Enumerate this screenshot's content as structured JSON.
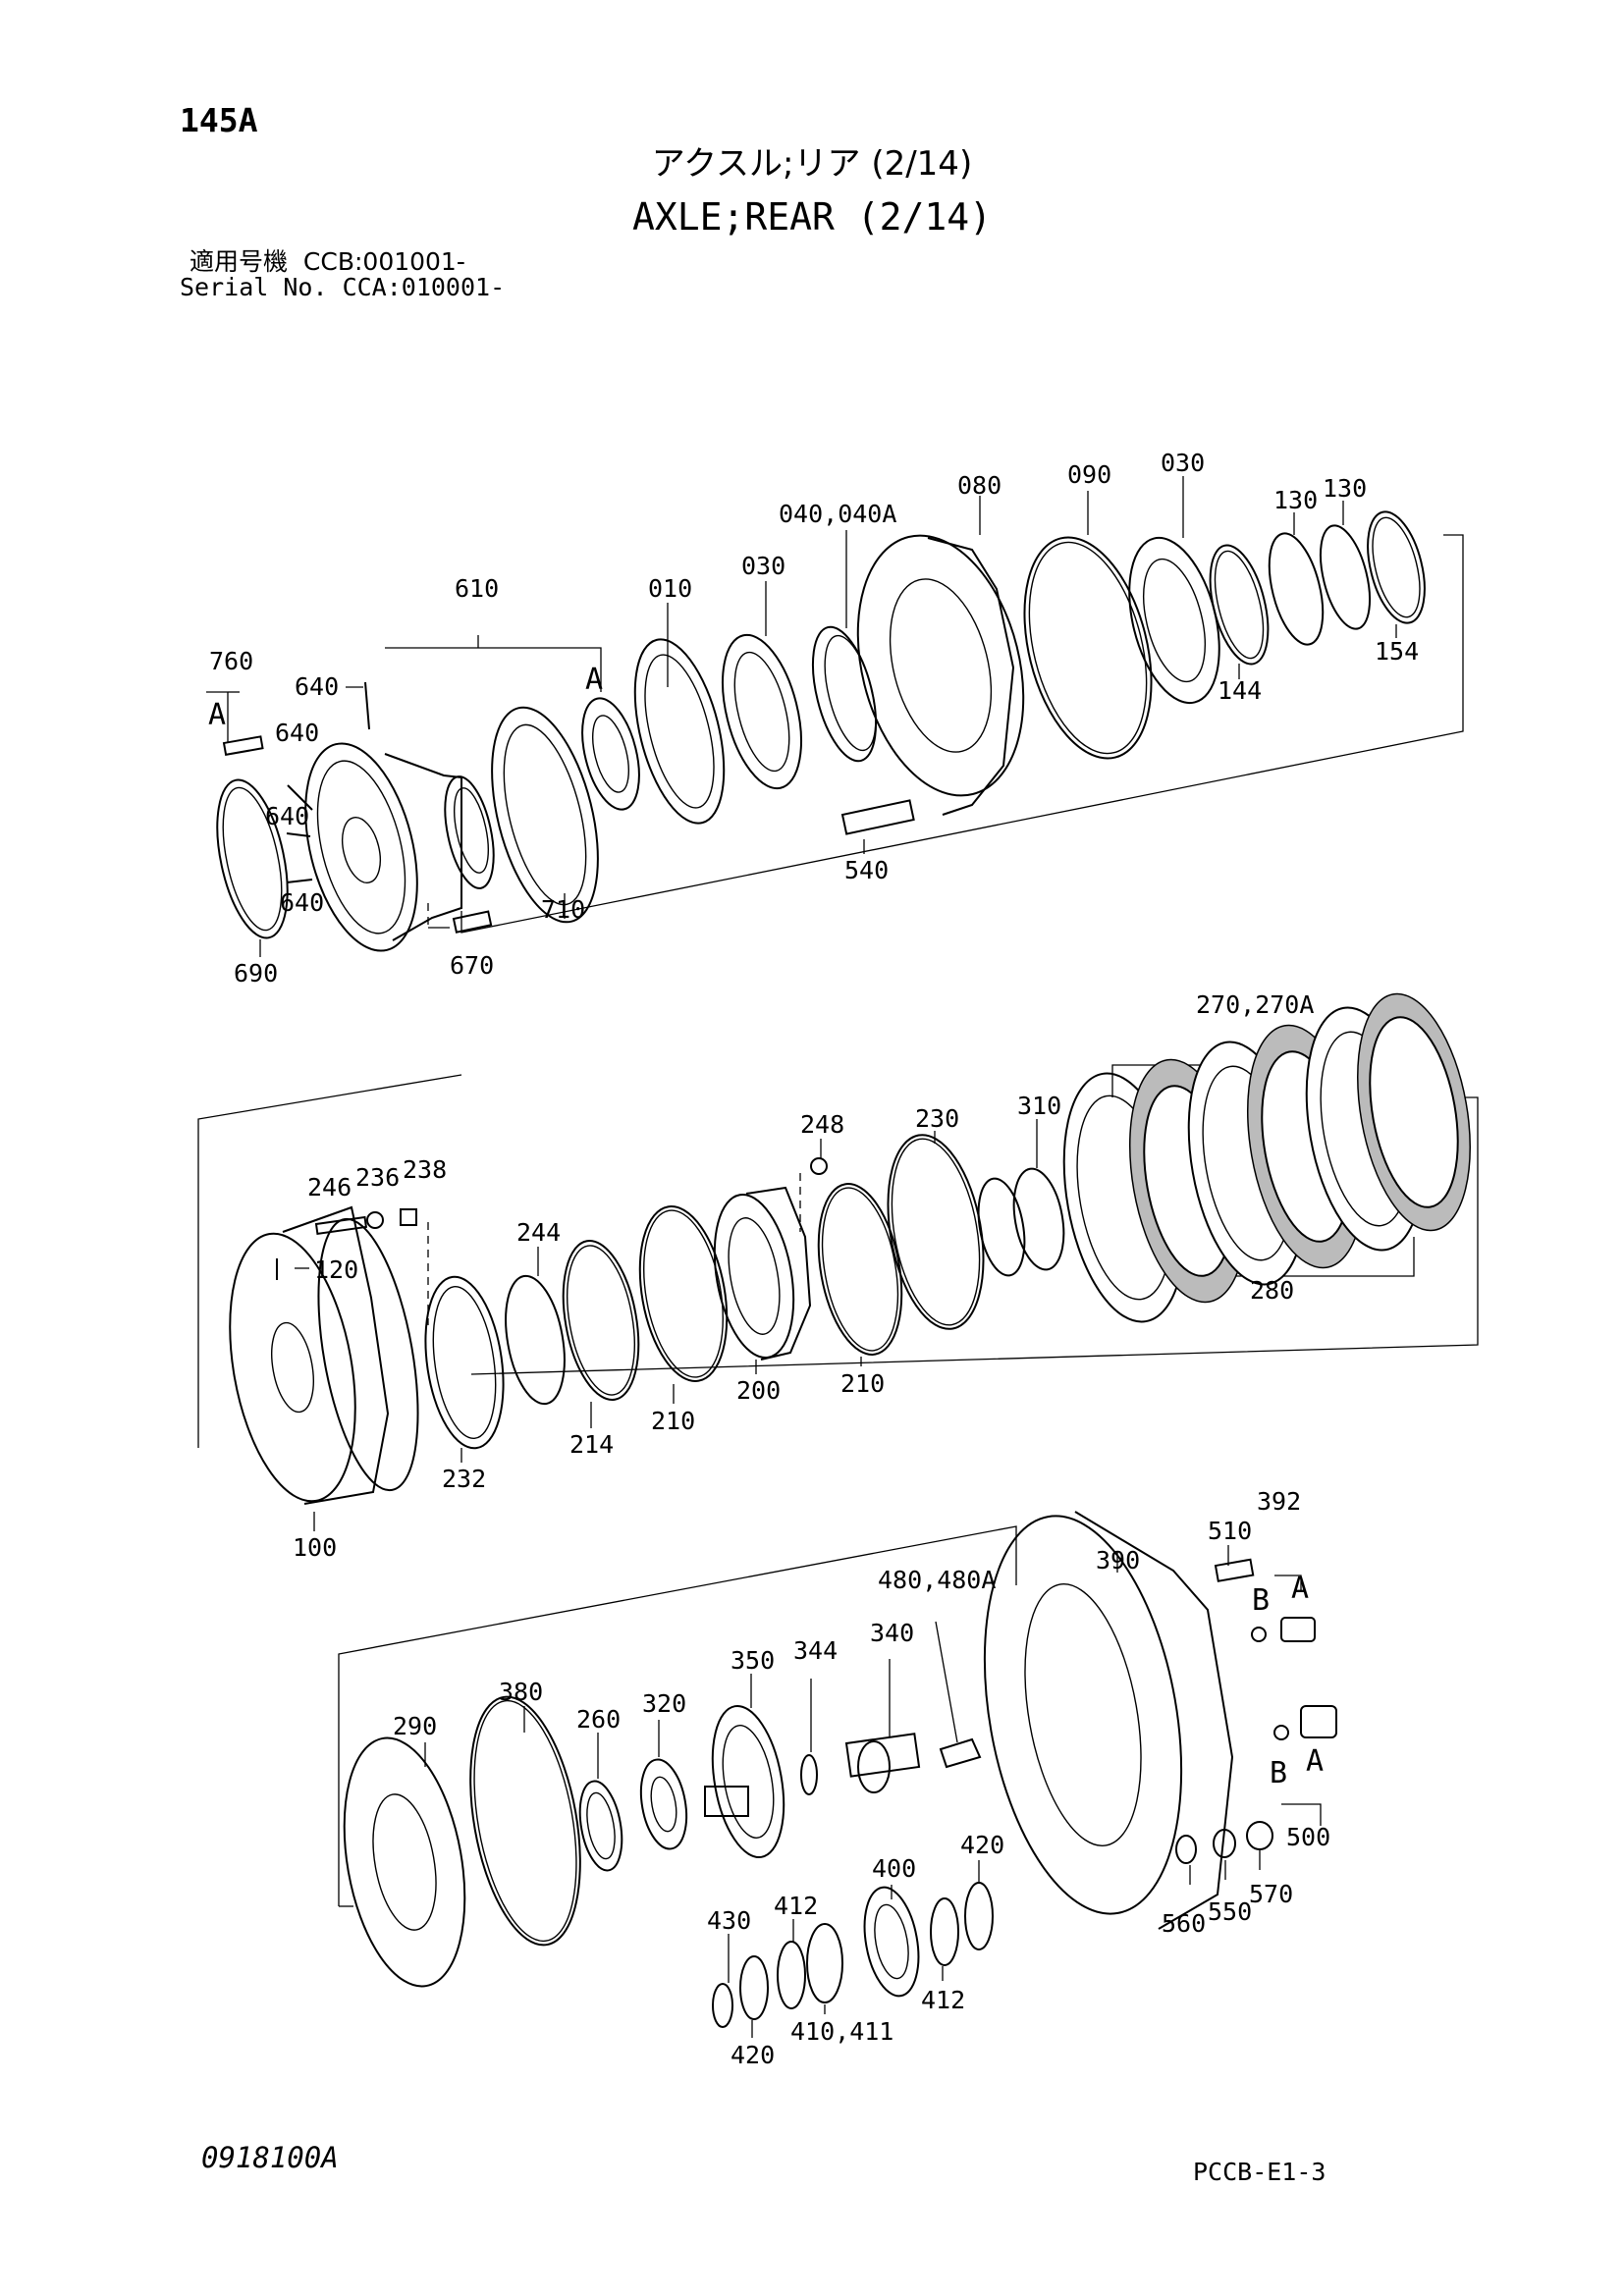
{
  "header": {
    "page_number": "145A",
    "title_japanese": "アクスル;リア (2/14)",
    "title_english": "AXLE;REAR (2/14)",
    "serial_label_japanese": "適用号機",
    "serial_label_english": "Serial No.",
    "serial_range_ccb": "CCB:001001-",
    "serial_range_cca": "CCA:010001-"
  },
  "diagram": {
    "group_1": {
      "labels": [
        "760",
        "A",
        "640",
        "640",
        "640",
        "640",
        "610",
        "A",
        "010",
        "030",
        "040,040A",
        "080",
        "090",
        "030",
        "130",
        "130",
        "154",
        "144",
        "540",
        "710",
        "670",
        "690"
      ]
    },
    "group_2": {
      "labels": [
        "246",
        "236",
        "238",
        "120",
        "244",
        "248",
        "230",
        "310",
        "270,270A",
        "280",
        "232",
        "214",
        "210",
        "200",
        "210",
        "100"
      ]
    },
    "group_3": {
      "labels": [
        "290",
        "380",
        "260",
        "320",
        "350",
        "344",
        "340",
        "480,480A",
        "390",
        "510",
        "392",
        "B",
        "A",
        "B",
        "A",
        "500",
        "570",
        "550",
        "560",
        "420",
        "400",
        "412",
        "430",
        "420",
        "412",
        "410,411"
      ]
    }
  },
  "footer": {
    "drawing_code": "0918100A",
    "sheet_reference": "PCCB-E1-3"
  }
}
